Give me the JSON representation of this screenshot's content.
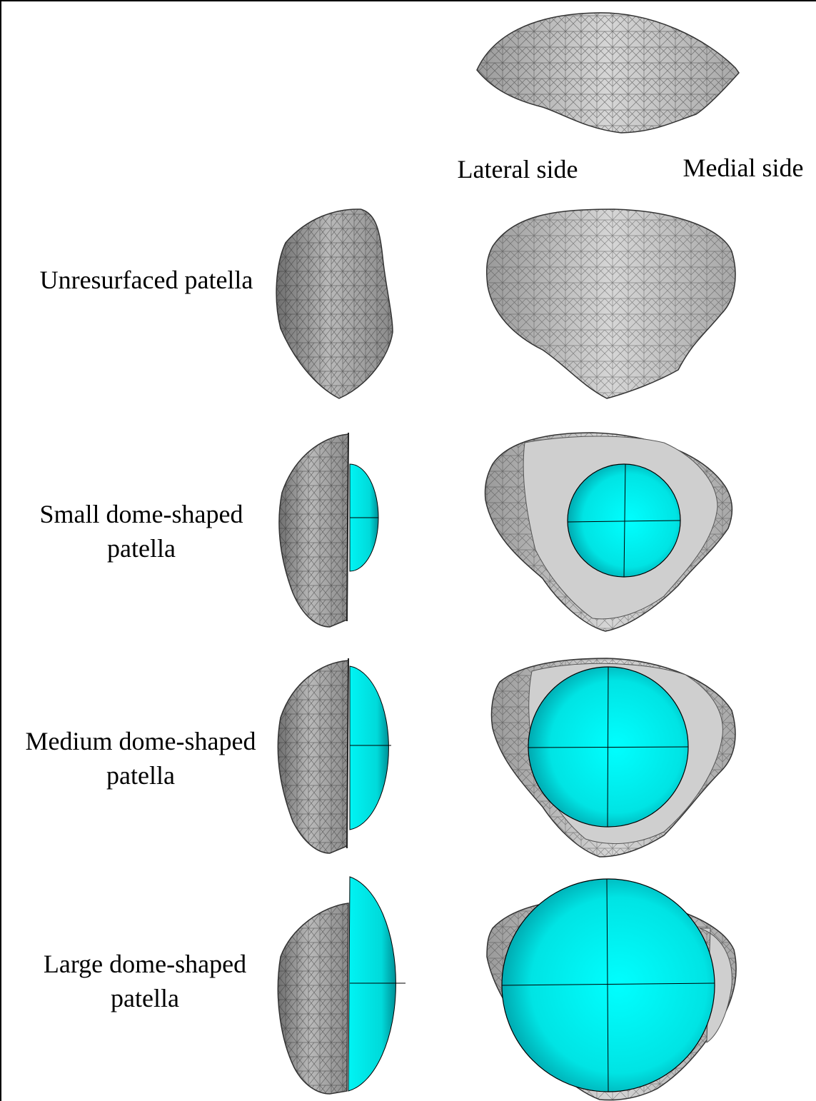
{
  "orientation": {
    "lateral": "Lateral side",
    "medial": "Medial side"
  },
  "rows": [
    {
      "id": "unresurfaced",
      "line1": "Unresurfaced patella",
      "line2": ""
    },
    {
      "id": "small",
      "line1": "Small dome-shaped",
      "line2": "patella"
    },
    {
      "id": "medium",
      "line1": "Medium dome-shaped",
      "line2": "patella"
    },
    {
      "id": "large",
      "line1": "Large dome-shaped",
      "line2": "patella"
    }
  ],
  "colors": {
    "bone_light": "#d4d4d4",
    "bone_dark": "#8a8a8a",
    "mesh_line": "#333333",
    "cut_surface": "#cfcfcf",
    "dome": "#00f0f0",
    "dome_edge": "#000000"
  }
}
